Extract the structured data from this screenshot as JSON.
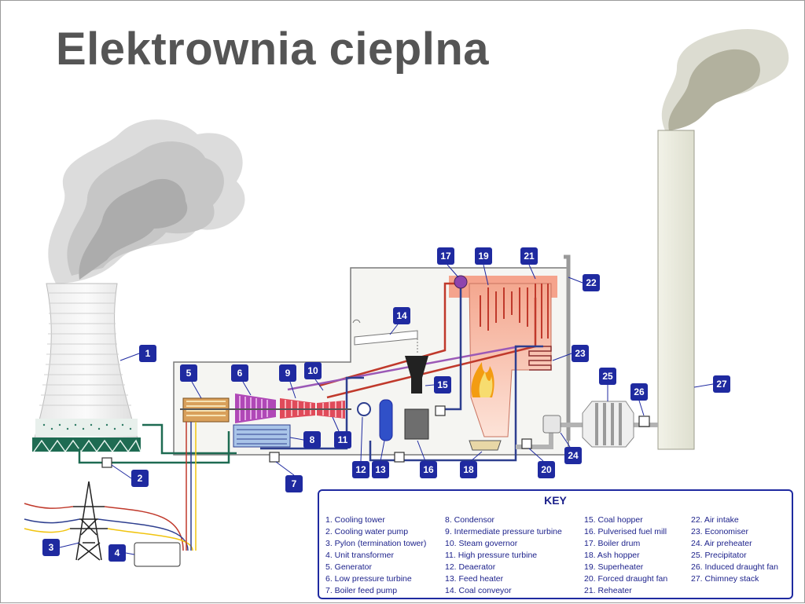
{
  "title": "Elektrownia cieplna",
  "colors": {
    "badge": "#1f2aa0",
    "steam": "#c0392b",
    "water": "#2e3f8f",
    "boiler": "#f6b39c",
    "title": "#555555"
  },
  "badges": {
    "b1": "1",
    "b2": "2",
    "b3": "3",
    "b4": "4",
    "b5": "5",
    "b6": "6",
    "b7": "7",
    "b8": "8",
    "b9": "9",
    "b10": "10",
    "b11": "11",
    "b12": "12",
    "b13": "13",
    "b14": "14",
    "b15": "15",
    "b16": "16",
    "b17": "17",
    "b18": "18",
    "b19": "19",
    "b20": "20",
    "b21": "21",
    "b22": "22",
    "b23": "23",
    "b24": "24",
    "b25": "25",
    "b26": "26",
    "b27": "27"
  },
  "key": {
    "title": "KEY",
    "col1": [
      "1. Cooling tower",
      "2. Cooling water pump",
      "3. Pylon (termination tower)",
      "4. Unit transformer",
      "5. Generator",
      "6. Low pressure turbine",
      "7. Boiler feed pump"
    ],
    "col2": [
      "8. Condensor",
      "9. Intermediate pressure turbine",
      "10. Steam governor",
      "11. High pressure turbine",
      "12. Deaerator",
      "13. Feed heater",
      "14. Coal conveyor"
    ],
    "col3": [
      "15. Coal hopper",
      "16. Pulverised fuel mill",
      "17. Boiler drum",
      "18. Ash hopper",
      "19. Superheater",
      "20. Forced draught fan",
      "21. Reheater"
    ],
    "col4": [
      "22. Air intake",
      "23. Economiser",
      "24. Air preheater",
      "25. Precipitator",
      "26. Induced draught fan",
      "27. Chimney stack"
    ]
  }
}
